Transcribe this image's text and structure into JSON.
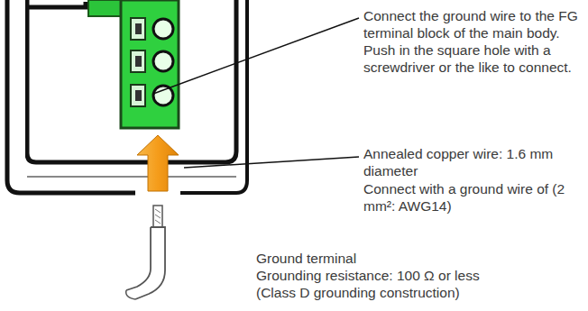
{
  "diagram": {
    "labels": [
      "Connect the ground wire to the FG terminal block of the main body. Push in the square hole with a screwdriver or the like to connect.",
      "Annealed copper wire: 1.6 mm diameter",
      "Connect with a ground wire of (2 mm²: AWG14)",
      "Ground terminal",
      "Grounding resistance: 100 Ω or less",
      "(Class D grounding construction)"
    ]
  }
}
